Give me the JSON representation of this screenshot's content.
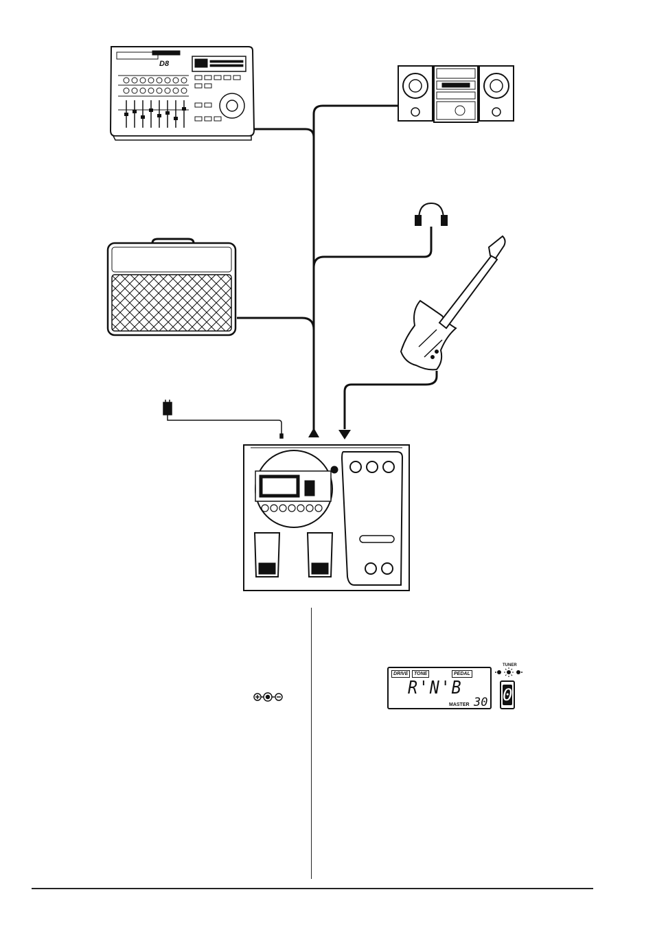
{
  "recorder": {
    "model": "D8"
  },
  "lcd": {
    "tag_drive": "DRIVE",
    "tag_tone": "TONE",
    "tag_pedal": "PEDAL",
    "program_name": "R'N'B",
    "master_label": "MASTER",
    "master_value": "30"
  },
  "tuner": {
    "label": "TUNER",
    "digit": "0"
  },
  "colors": {
    "ink": "#111111",
    "paper": "#ffffff",
    "shade": "#dddddd"
  }
}
